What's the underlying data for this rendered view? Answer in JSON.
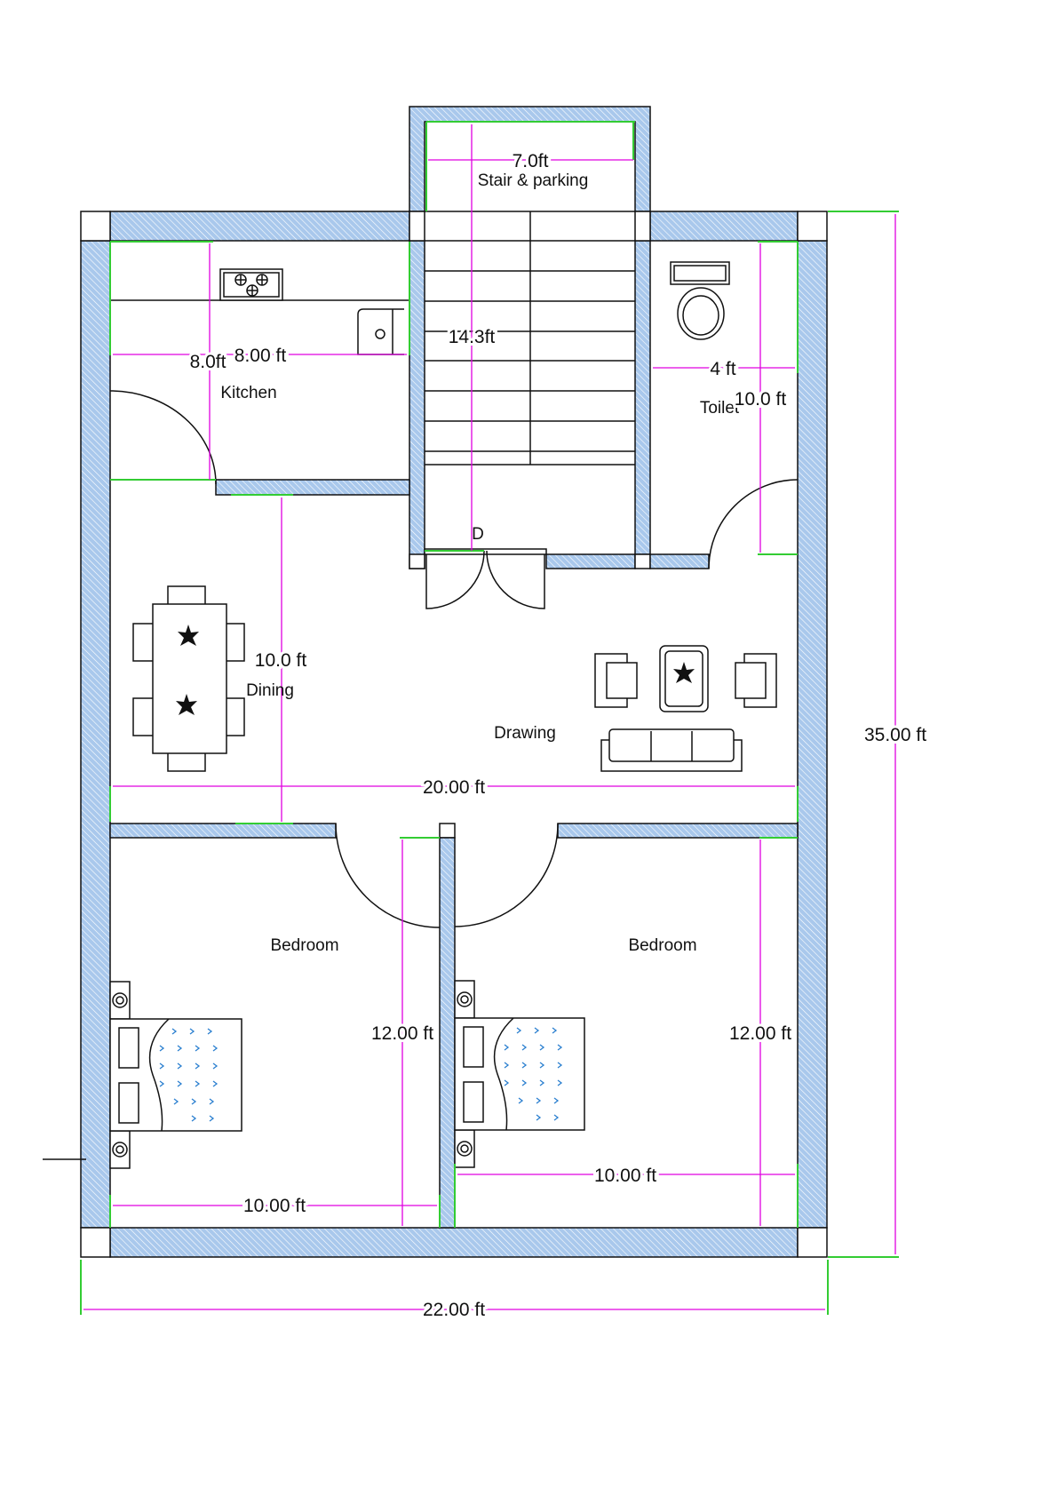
{
  "rooms": {
    "stair": "Stair & parking",
    "kitchen": "Kitchen",
    "toilet": "Toilet",
    "dining": "Dining",
    "drawing": "Drawing",
    "bedroom_left": "Bedroom",
    "bedroom_right": "Bedroom"
  },
  "door_label": "D",
  "dimensions": {
    "stair_width": "7.0ft",
    "stair_length": "14.3ft",
    "kitchen_depth": "8.0ft",
    "kitchen_width": "8.00 ft",
    "toilet_width": "4 ft",
    "toilet_length": "10.0 ft",
    "dining_length": "10.0 ft",
    "drawing_width": "20.00 ft",
    "bedroom_left_length": "12.00 ft",
    "bedroom_right_length": "12.00 ft",
    "bedroom_left_width": "10.00 ft",
    "bedroom_right_width": "10.00 ft",
    "total_length": "35.00 ft",
    "total_width": "22.00 ft"
  },
  "colors": {
    "wall_fill": "#a9c8ec",
    "dimension": "#e000e0",
    "extension": "#33cc33",
    "bed_pattern": "#2a7fd0"
  }
}
